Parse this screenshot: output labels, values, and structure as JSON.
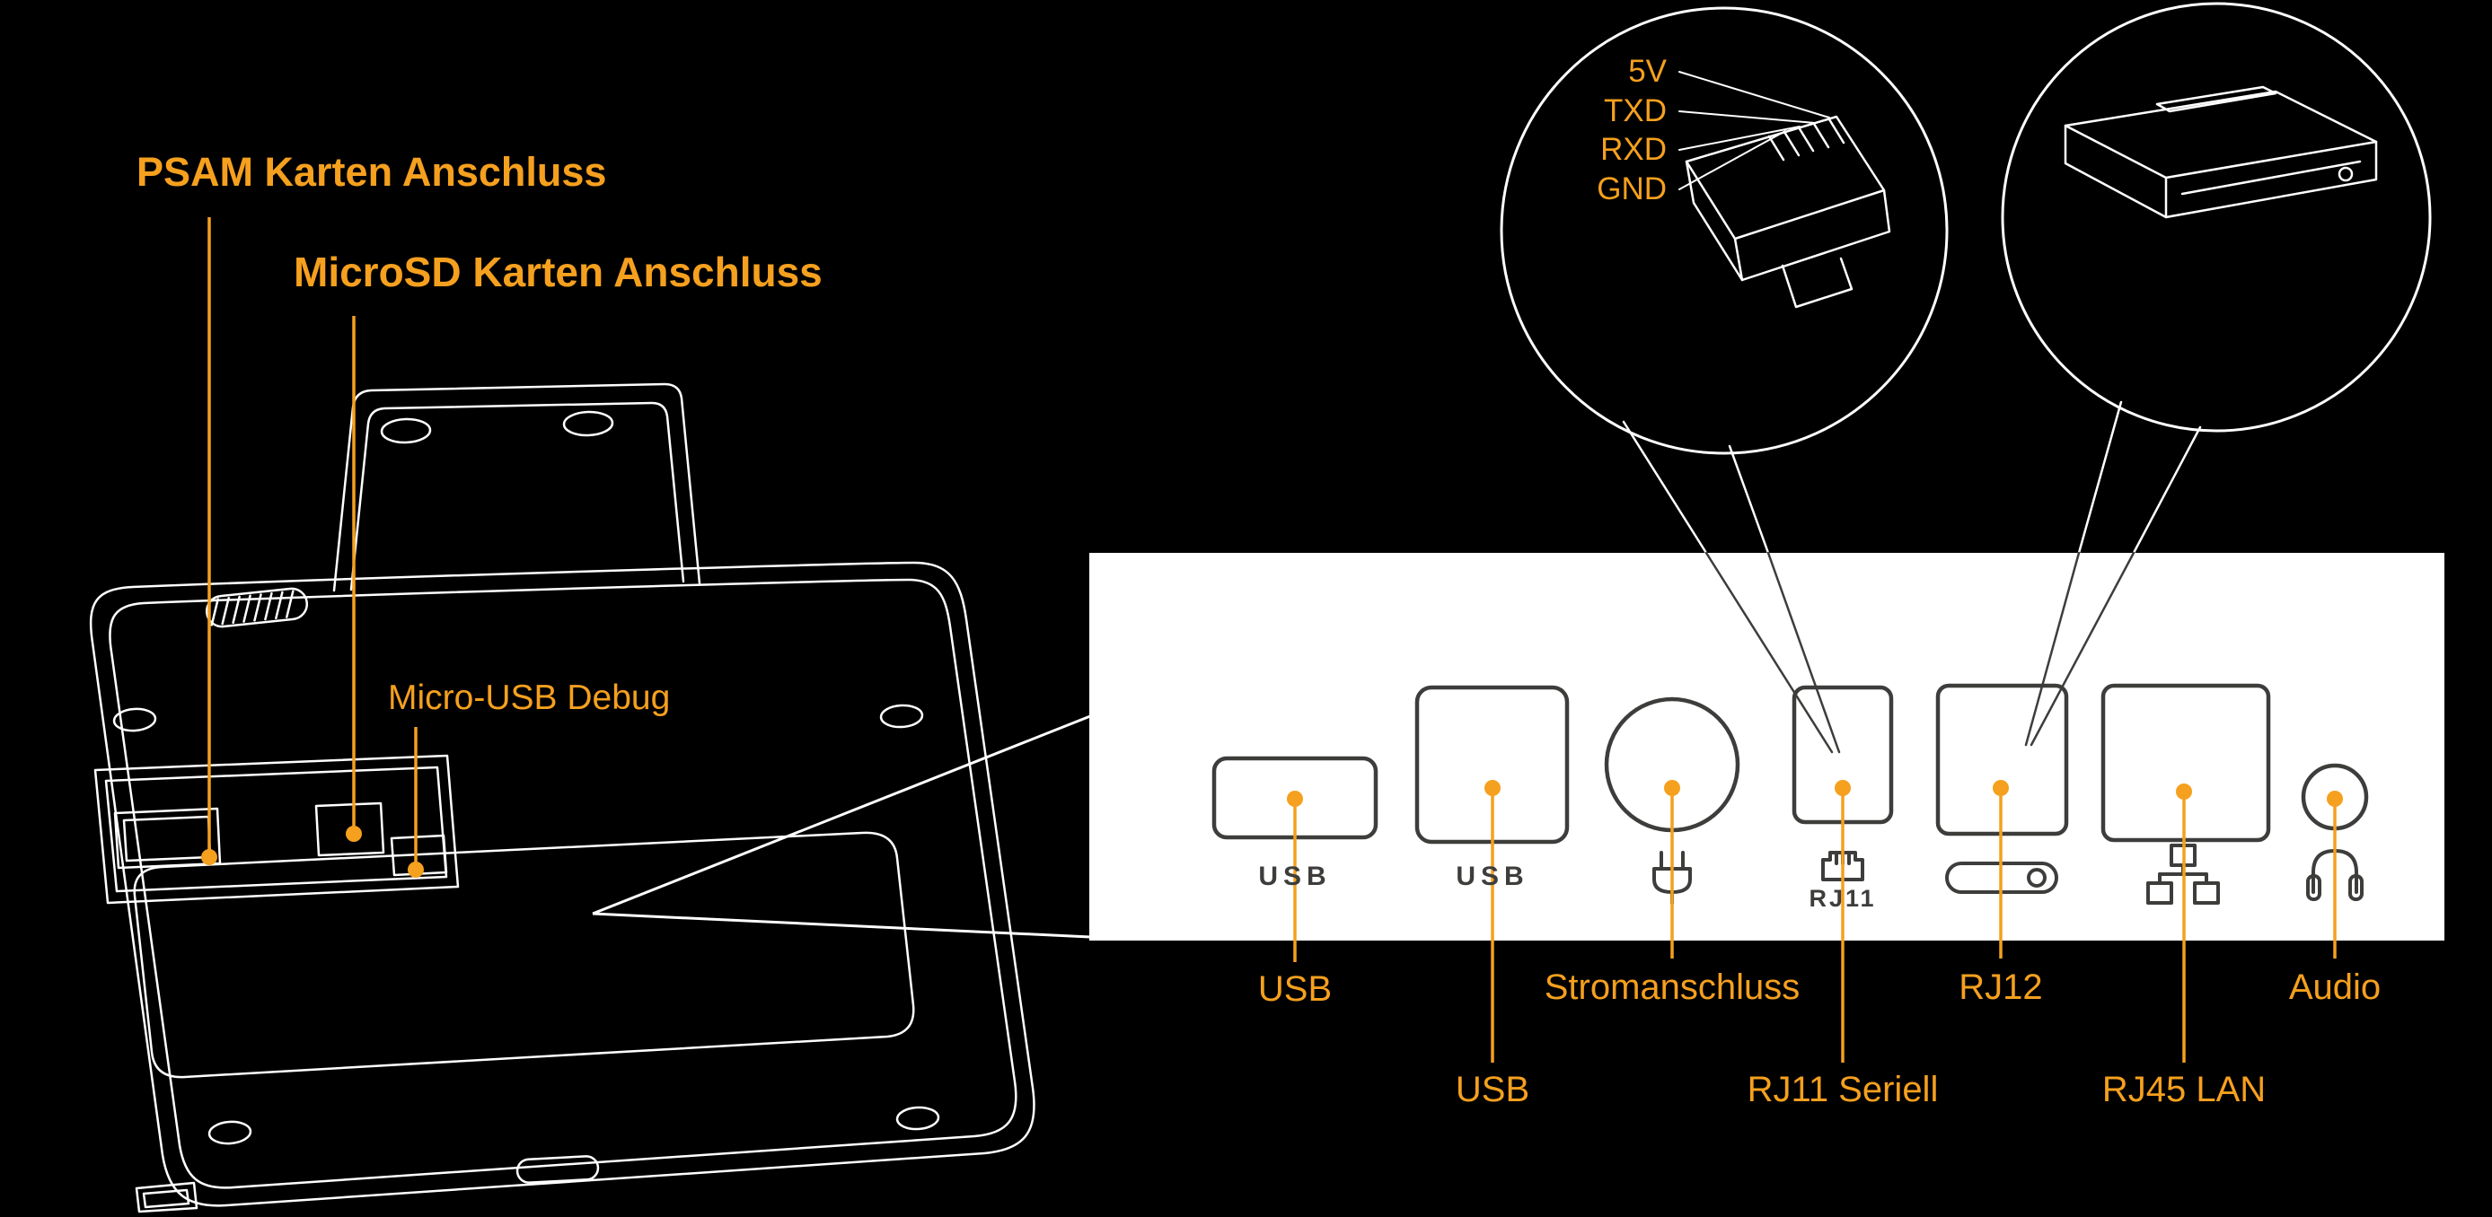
{
  "colors": {
    "background": "#000000",
    "accent_orange": "#F5A01E",
    "line_white": "#FFFFFF",
    "panel_white": "#FFFFFF",
    "port_dark_gray": "#3D3D3B"
  },
  "device_callouts": {
    "psam": "PSAM Karten Anschluss",
    "microsd": "MicroSD Karten Anschluss",
    "debug": "Micro-USB Debug"
  },
  "rj11_pinout": {
    "pins": [
      "5V",
      "TXD",
      "RXD",
      "GND"
    ]
  },
  "panel": {
    "captions": {
      "usb_small": "USB",
      "usb_large": "USB",
      "rj11": "RJ11"
    },
    "labels": {
      "usb_small": "USB",
      "usb_large": "USB",
      "power": "Stromanschluss",
      "rj11": "RJ11 Seriell",
      "rj12": "RJ12",
      "rj45": "RJ45 LAN",
      "audio": "Audio"
    },
    "icons": {
      "power": "power-plug-icon",
      "rj11": "rj11-jack-icon",
      "rj12": "card-slot-icon",
      "rj45": "lan-icon",
      "audio": "headphones-icon"
    }
  }
}
